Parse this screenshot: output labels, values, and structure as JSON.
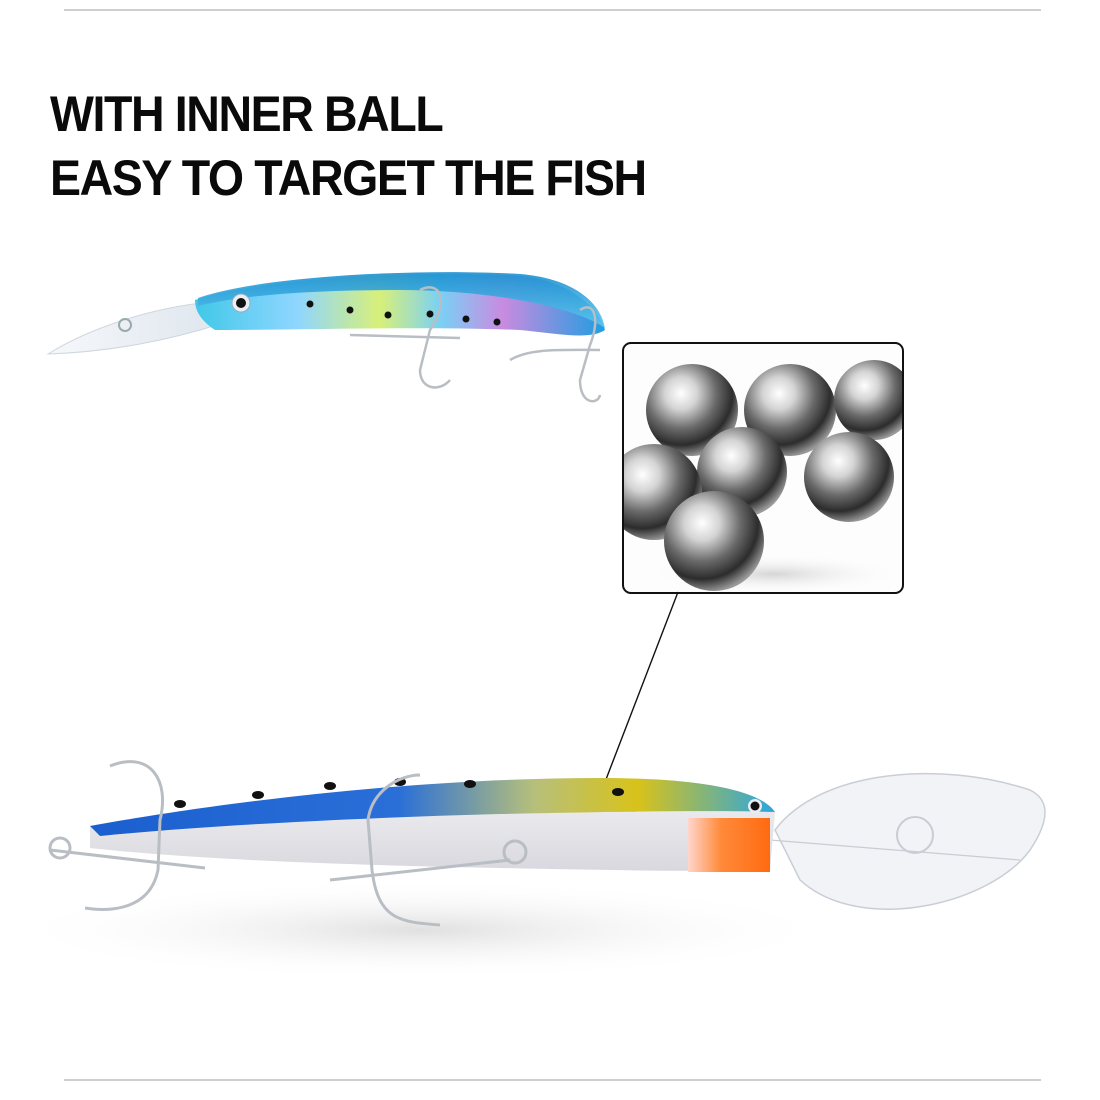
{
  "headline": {
    "line1": "WITH INNER BALL",
    "line2": "EASY TO TARGET THE FISH"
  },
  "images": {
    "top_lure": {
      "icon": "fishing-lure-icon",
      "description": "Blue holographic minnow lure with clear diving lip and two treble hooks"
    },
    "inset": {
      "icon": "steel-balls-icon",
      "description": "Close-up of seven chrome steel balls"
    },
    "bottom_lure": {
      "icon": "fishing-lure-icon",
      "description": "Large clear-lip lure viewed from below with orange throat, callout arrow pointing at body"
    }
  },
  "callout": {
    "icon": "arrow-icon"
  },
  "colors": {
    "text": "#0a0a0a",
    "rule": "#cfcfcf",
    "lure_blue": "#1f7fc8",
    "lure_dark_blue": "#1b3f9e",
    "throat_orange": "#ff7a1a",
    "belly": "#e6e6ea",
    "steel": "#9a9a9a"
  }
}
